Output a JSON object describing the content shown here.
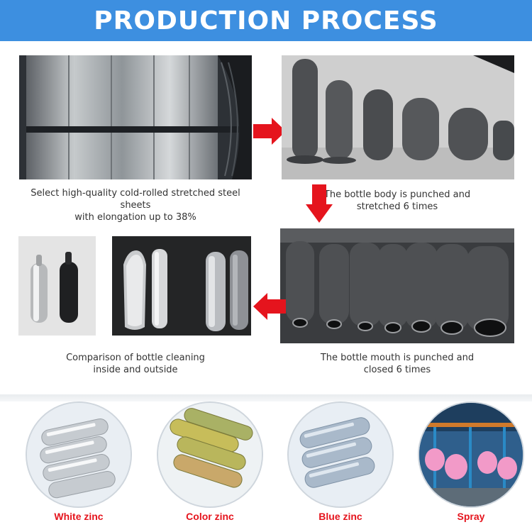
{
  "header": {
    "title": "PRODUCTION PROCESS"
  },
  "steps": {
    "steel": {
      "caption_line1": "Select high-quality cold-rolled stretched steel sheets",
      "caption_line2": "with elongation up to 38%"
    },
    "body": {
      "caption_line1": "The bottle body is punched and",
      "caption_line2": "stretched 6 times"
    },
    "mouth": {
      "caption_line1": "The bottle mouth is punched and",
      "caption_line2": "closed 6 times"
    },
    "cleaning": {
      "caption_line1": "Comparison of bottle cleaning",
      "caption_line2": "inside and outside"
    }
  },
  "finishes": [
    {
      "label": "White zinc"
    },
    {
      "label": "Color zinc"
    },
    {
      "label": "Blue zinc"
    },
    {
      "label": "Spray"
    }
  ],
  "colors": {
    "header_bg": "#3d8fe0",
    "arrow": "#e5141d",
    "finish_label": "#e5141d"
  }
}
